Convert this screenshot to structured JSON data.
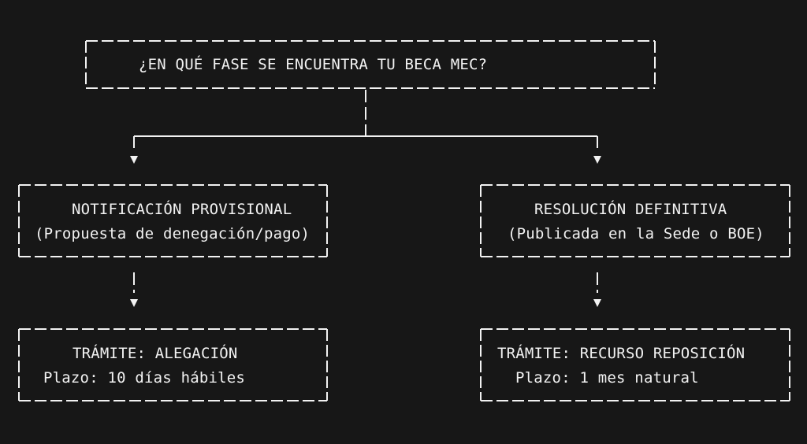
{
  "diagram": {
    "title": "¿EN QUÉ FASE SE ENCUENTRA TU BECA MEC?",
    "left_branch": {
      "phase_line1": "NOTIFICACIÓN PROVISIONAL",
      "phase_line2": "(Propuesta de denegación/pago)",
      "procedure_line1": "TRÁMITE: ALEGACIÓN",
      "procedure_line2": "Plazo: 10 días hábiles"
    },
    "right_branch": {
      "phase_line1": "RESOLUCIÓN DEFINITIVA",
      "phase_line2": "(Publicada en la Sede o BOE)",
      "procedure_line1": "TRÁMITE: RECURSO REPOSICIÓN",
      "procedure_line2": "Plazo: 1 mes natural"
    },
    "colors": {
      "background": "#171717",
      "foreground": "#f2f2f2"
    }
  }
}
